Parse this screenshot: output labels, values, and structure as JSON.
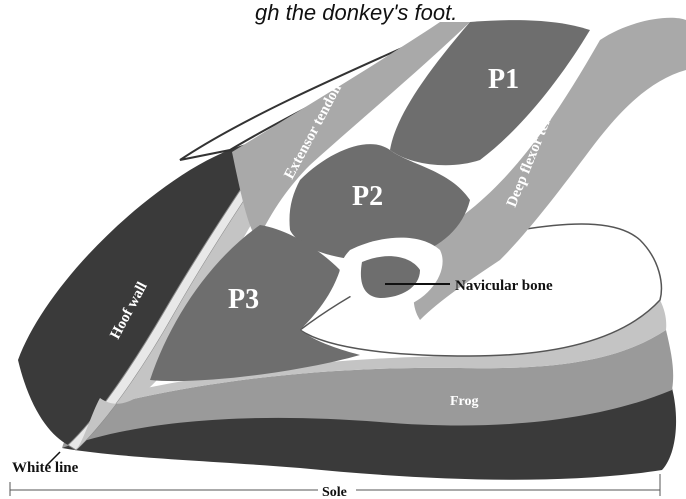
{
  "caption": "gh the donkey's foot.",
  "labels": {
    "p1": "P1",
    "p2": "P2",
    "p3": "P3",
    "extensor_tendon": "Extensor tendon",
    "deep_flexor_tendon": "Deep flexor tendon",
    "navicular_bone": "Navicular bone",
    "hoof_wall": "Hoof wall",
    "frog": "Frog",
    "white_line": "White line",
    "sole": "Sole"
  },
  "colors": {
    "dark": "#3a3a3a",
    "bone": "#6e6e6e",
    "tendon": "#a9a9a9",
    "frog": "#9a9a9a",
    "light": "#c4c4c4",
    "white": "#ffffff"
  }
}
